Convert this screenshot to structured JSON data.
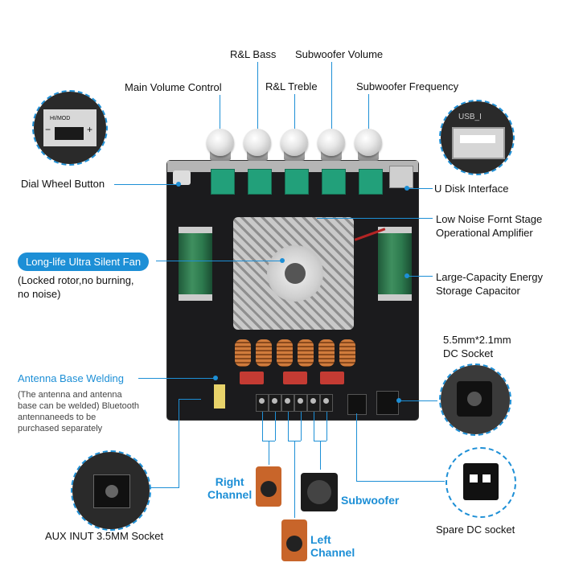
{
  "callouts": {
    "rl_bass": "R&L Bass",
    "subwoofer_volume": "Subwoofer Volume",
    "main_volume": "Main Volume Control",
    "rl_treble": "R&L Treble",
    "subwoofer_frequency": "Subwoofer Frequency",
    "dial_wheel": "Dial Wheel Button",
    "u_disk": "U Disk Interface",
    "low_noise_line1": "Low Noise Fornt Stage",
    "low_noise_line2": "Operational Amplifier",
    "fan_pill": "Long-life Ultra Silent Fan",
    "fan_note_line1": "(Locked rotor,no burning,",
    "fan_note_line2": "no noise)",
    "capacitor_line1": "Large-Capacity Energy",
    "capacitor_line2": "Storage Capacitor",
    "dc_socket_line1": "5.5mm*2.1mm",
    "dc_socket_line2": "DC Socket",
    "antenna_title": "Antenna Base Welding",
    "antenna_note_line1": "(The antenna and antenna",
    "antenna_note_line2": "base can be welded) Bluetooth",
    "antenna_note_line3": "antennaneeds to be",
    "antenna_note_line4": "purchased separately",
    "right_channel_line1": "Right",
    "right_channel_line2": "Channel",
    "subwoofer": "Subwoofer",
    "left_channel_line1": "Left",
    "left_channel_line2": "Channel",
    "aux_socket": "AUX INUT 3.5MM Socket",
    "spare_dc": "Spare DC socket"
  },
  "zoom_labels": {
    "mode_label": "HI/MOD",
    "minus": "−",
    "plus": "+",
    "usb_label": "USB_I"
  },
  "colors": {
    "accent": "#1d8fd6",
    "board": "#1b1b1d",
    "pot": "#22a07a",
    "capacitor": "#2d7a4e"
  }
}
